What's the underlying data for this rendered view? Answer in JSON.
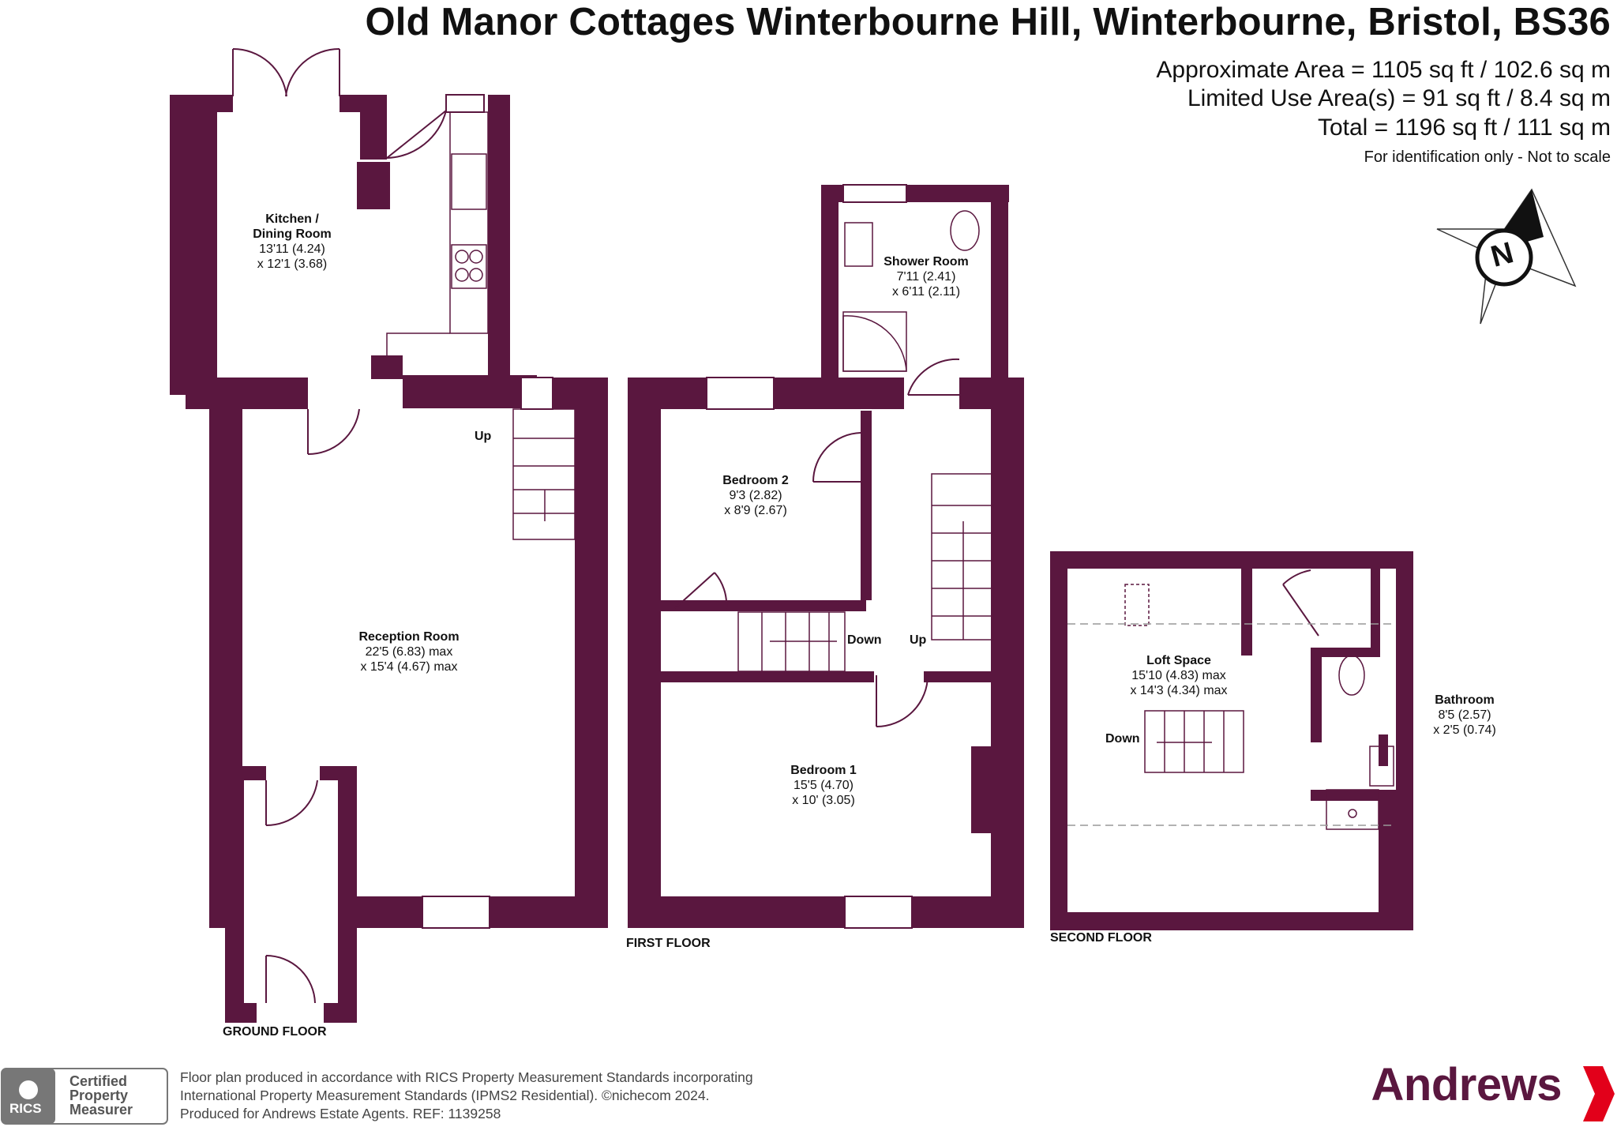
{
  "header": {
    "title": "Old Manor Cottages Winterbourne Hill, Winterbourne, Bristol, BS36",
    "approx_area": "Approximate Area = 1105 sq ft / 102.6 sq m",
    "limited_use": "Limited Use Area(s) = 91 sq ft / 8.4 sq m",
    "total": "Total = 1196 sq ft / 111 sq m",
    "note": "For identification only - Not to scale"
  },
  "compass": {
    "letter": "N"
  },
  "floors": {
    "ground": {
      "label": "GROUND FLOOR",
      "rooms": [
        {
          "name": "Kitchen /",
          "name2": "Dining Room",
          "dim1": "13'11 (4.24)",
          "dim2": "x 12'1 (3.68)"
        },
        {
          "name": "Reception Room",
          "dim1": "22'5 (6.83) max",
          "dim2": "x 15'4 (4.67) max"
        }
      ],
      "stairs": "Up"
    },
    "first": {
      "label": "FIRST FLOOR",
      "rooms": [
        {
          "name": "Shower Room",
          "dim1": "7'11 (2.41)",
          "dim2": "x 6'11 (2.11)"
        },
        {
          "name": "Bedroom 2",
          "dim1": "9'3 (2.82)",
          "dim2": "x 8'9 (2.67)"
        },
        {
          "name": "Bedroom 1",
          "dim1": "15'5 (4.70)",
          "dim2": "x 10' (3.05)"
        }
      ],
      "stairs_down": "Down",
      "stairs_up": "Up"
    },
    "second": {
      "label": "SECOND FLOOR",
      "rooms": [
        {
          "name": "Loft Space",
          "dim1": "15'10 (4.83) max",
          "dim2": "x 14'3 (4.34) max"
        },
        {
          "name": "Bathroom",
          "dim1": "8'5 (2.57)",
          "dim2": "x 2'5 (0.74)"
        }
      ],
      "stairs": "Down"
    }
  },
  "footer": {
    "rics_badge": "RICS",
    "rics_line1": "Certified",
    "rics_line2": "Property",
    "rics_line3": "Measurer",
    "line1": "Floor plan produced in accordance with RICS Property Measurement Standards incorporating",
    "line2": "International Property Measurement Standards (IPMS2 Residential).   ©nichecom 2024.",
    "line3": "Produced for Andrews Estate Agents.   REF:  1139258",
    "brand": "Andrews"
  },
  "colors": {
    "wall": "#5a173f",
    "brand_red": "#e2001a"
  }
}
